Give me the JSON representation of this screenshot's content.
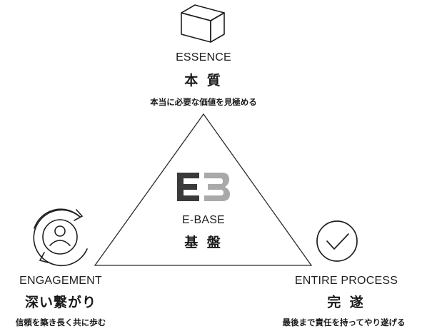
{
  "center": {
    "logo_icon": "e-base-logo-icon",
    "label_en": "E-BASE",
    "label_jp": "基 盤",
    "logo_colors": {
      "dark": "#3a3a3a",
      "light": "#a9a9a9"
    }
  },
  "nodes": {
    "top": {
      "icon": "cube-icon",
      "label_en": "ESSENCE",
      "label_jp": "本 質",
      "description": "本当に必要な価値を見極める"
    },
    "left": {
      "icon": "person-cycle-icon",
      "label_en": "ENGAGEMENT",
      "label_jp": "深い繋がり",
      "description": "信頼を築き長く共に歩む"
    },
    "right": {
      "icon": "check-circle-icon",
      "label_en": "ENTIRE PROCESS",
      "label_jp": "完 遂",
      "description": "最後まで責任を持ってやり遂げる"
    }
  },
  "colors": {
    "line": "#2b2b2b",
    "text": "#1a1a1a"
  }
}
